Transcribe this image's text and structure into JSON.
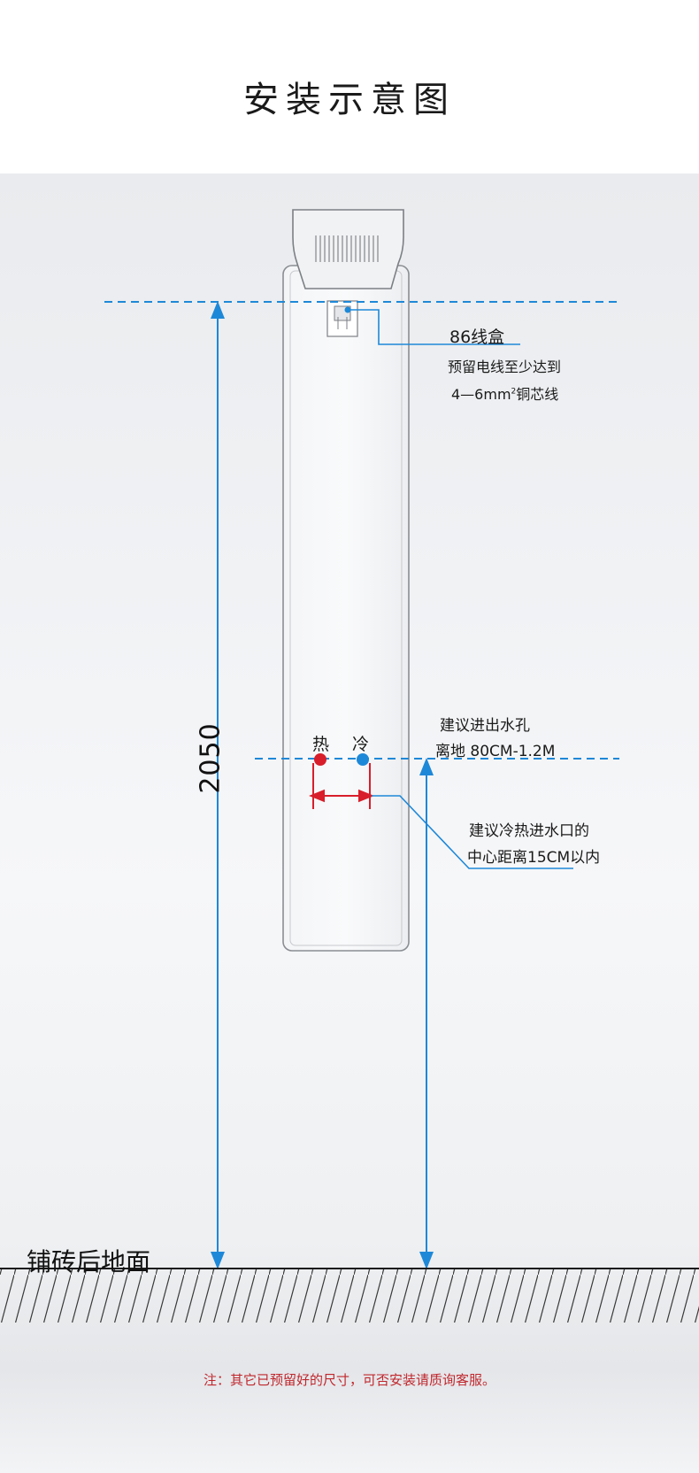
{
  "title": "安装示意图",
  "labels": {
    "junction_box_title": "86线盒",
    "junction_box_line1": "预留电线至少达到",
    "junction_box_line2_pre": "4—6mm",
    "junction_box_line2_sup": "2",
    "junction_box_line2_post": "铜芯线",
    "hot": "热",
    "cold": "冷",
    "outlet_line1": "建议进出水孔",
    "outlet_line2": "离地 80CM-1.2M",
    "spacing_line1": "建议冷热进水口的",
    "spacing_line2": "中心距离15CM以内",
    "height_dimension": "2050",
    "floor": "铺砖后地面"
  },
  "note": "注：其它已预留好的尺寸，可否安装请质询客服。",
  "colors": {
    "guide_blue": "#1e88d8",
    "hot_red": "#d81e2a",
    "cold_blue": "#1e88d8",
    "note_red": "#c0272d",
    "outline": "#8a8d92"
  },
  "icons": {
    "junction_box": "junction-box-icon",
    "hot_inlet": "red-dot-icon",
    "cold_inlet": "blue-dot-icon"
  }
}
